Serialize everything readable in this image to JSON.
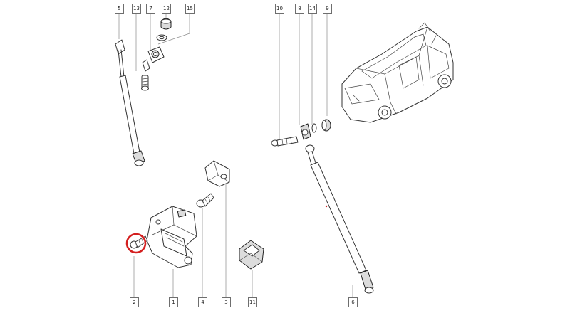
{
  "diagram": {
    "part_labels": [
      {
        "key": "5",
        "text": "5"
      },
      {
        "key": "13",
        "text": "13"
      },
      {
        "key": "7",
        "text": "7"
      },
      {
        "key": "12",
        "text": "12"
      },
      {
        "key": "15",
        "text": "15"
      },
      {
        "key": "10",
        "text": "10"
      },
      {
        "key": "8",
        "text": "8"
      },
      {
        "key": "14",
        "text": "14"
      },
      {
        "key": "9",
        "text": "9"
      },
      {
        "key": "2",
        "text": "2"
      },
      {
        "key": "1",
        "text": "1"
      },
      {
        "key": "4",
        "text": "4"
      },
      {
        "key": "3",
        "text": "3"
      },
      {
        "key": "11",
        "text": "11"
      },
      {
        "key": "6",
        "text": "6"
      }
    ],
    "highlight": {
      "target": "2",
      "color": "#d42020"
    },
    "line_color": "#333333"
  }
}
